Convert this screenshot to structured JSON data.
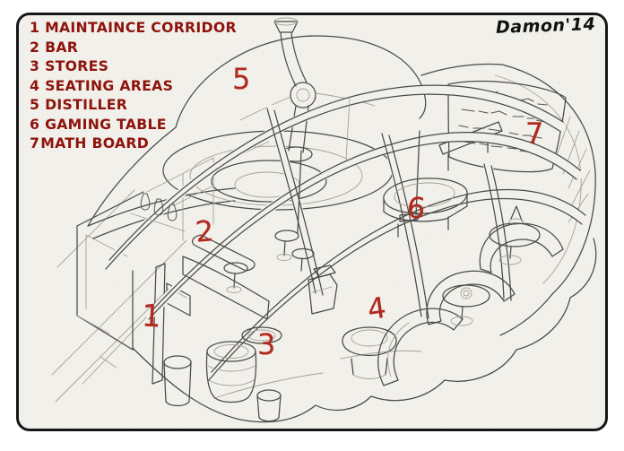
{
  "artwork": {
    "signature": "Damon'14",
    "subject": "hand-drawn isometric concept sketch of a bar room"
  },
  "legend": {
    "items": [
      {
        "number": "1",
        "label": "MAINTAINCE CORRIDOR"
      },
      {
        "number": "2",
        "label": "BAR"
      },
      {
        "number": "3",
        "label": "STORES"
      },
      {
        "number": "4",
        "label": "SEATING AREAS"
      },
      {
        "number": "5",
        "label": "DISTILLER"
      },
      {
        "number": "6",
        "label": "GAMING TABLE"
      },
      {
        "number": "7",
        "label": "MATH BOARD"
      }
    ]
  },
  "markers": [
    {
      "number": "1",
      "target": "maintaince-corridor"
    },
    {
      "number": "2",
      "target": "bar"
    },
    {
      "number": "3",
      "target": "stores"
    },
    {
      "number": "4",
      "target": "seating-areas"
    },
    {
      "number": "5",
      "target": "distiller"
    },
    {
      "number": "6",
      "target": "gaming-table"
    },
    {
      "number": "7",
      "target": "math-board"
    }
  ],
  "colors": {
    "legend_red": "#8e130d",
    "marker_red": "#b02a20",
    "paper": "#f2f0ea",
    "frame_black": "#161616",
    "ink": "#4a4a47"
  }
}
